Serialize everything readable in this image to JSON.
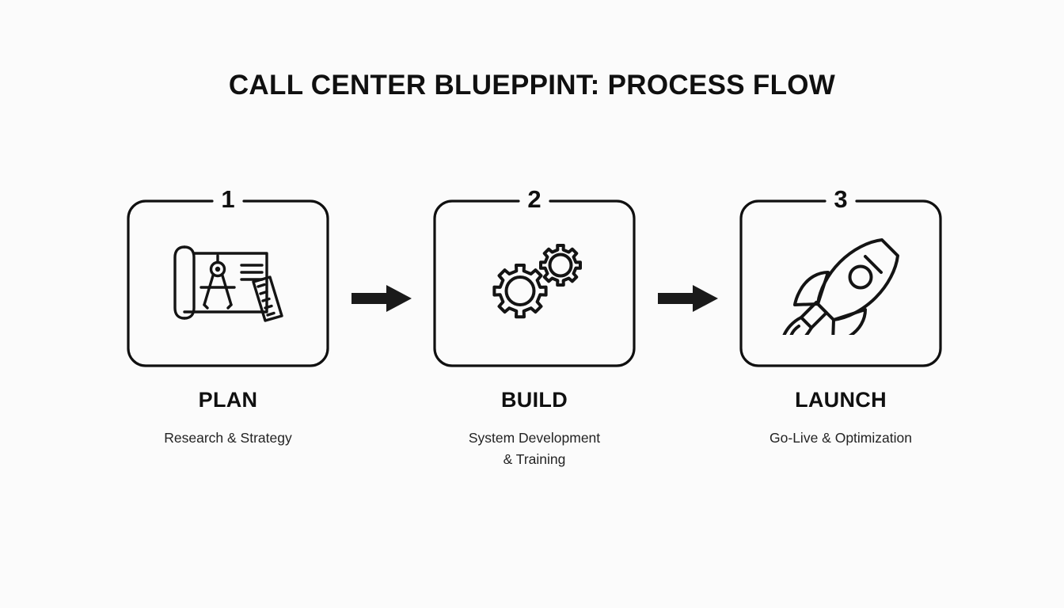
{
  "slide": {
    "title": "CALL CENTER BLUEPPINT: PROCESS FLOW",
    "background_color": "#fbfbfb",
    "ink_color": "#101010",
    "subtitle_color": "#232323"
  },
  "steps": [
    {
      "number": "1",
      "label": "PLAN",
      "description": "Research & Strategy",
      "icon": "blueprint-compass-ruler-icon"
    },
    {
      "number": "2",
      "label": "BUILD",
      "description": "System Development\n& Training",
      "description_line1": "System Development",
      "description_line2": "& Training",
      "icon": "gears-icon"
    },
    {
      "number": "3",
      "label": "LAUNCH",
      "description": "Go-Live & Optimization",
      "icon": "rocket-icon"
    }
  ],
  "connectors": [
    {
      "name": "arrow-right-icon",
      "between": "PLAN to BUILD"
    },
    {
      "name": "arrow-right-icon",
      "between": "BUILD to LAUNCH"
    }
  ]
}
